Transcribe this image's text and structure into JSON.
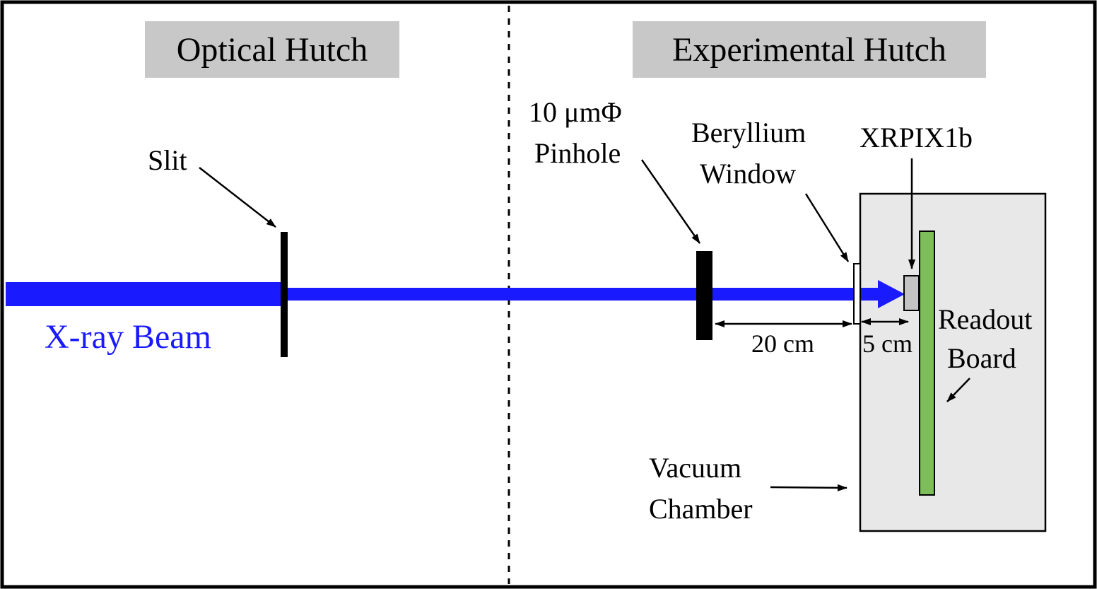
{
  "hutches": {
    "optical": "Optical Hutch",
    "experimental": "Experimental Hutch"
  },
  "components": {
    "slit": "Slit",
    "pinhole_line1": "10 μmΦ",
    "pinhole_line2": "Pinhole",
    "beryllium_line1": "Beryllium",
    "beryllium_line2": "Window",
    "sensor": "XRPIX1b",
    "readout_line1": "Readout",
    "readout_line2": "Board",
    "chamber_line1": "Vacuum",
    "chamber_line2": "Chamber"
  },
  "beam": {
    "label": "X-ray Beam",
    "color": "#1a1aff"
  },
  "distances": {
    "pinhole_to_window": "20 cm",
    "window_to_sensor": "5 cm"
  },
  "colors": {
    "hutch_label_bg": "#c8c8c8",
    "chamber_fill": "#e8e8e8",
    "sensor_fill": "#c4c4c4",
    "readout_board_fill": "#7dbd5a"
  }
}
